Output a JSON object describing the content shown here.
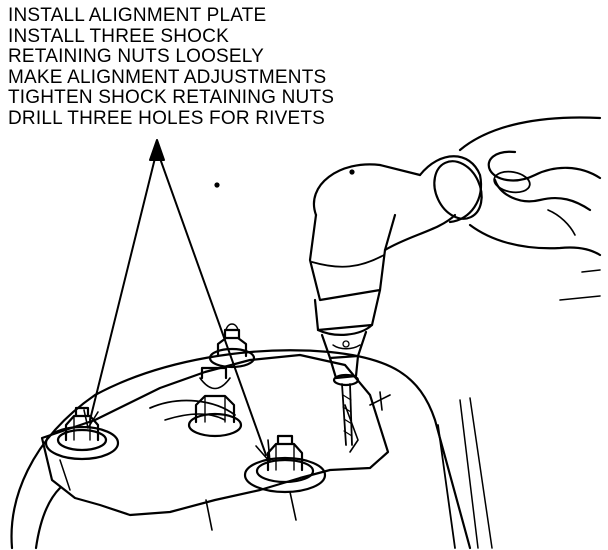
{
  "instructions": {
    "lines": [
      "INSTALL ALIGNMENT PLATE",
      "INSTALL THREE SHOCK",
      "RETAINING NUTS LOOSELY",
      "MAKE ALIGNMENT ADJUSTMENTS",
      "TIGHTEN SHOCK RETAINING NUTS",
      "DRILL THREE HOLES FOR RIVETS"
    ]
  },
  "illustration": {
    "parts": [
      "strut-tower",
      "alignment-plate",
      "shock-retaining-nut",
      "center-shock-nut",
      "drill",
      "drill-bit",
      "hand"
    ]
  }
}
